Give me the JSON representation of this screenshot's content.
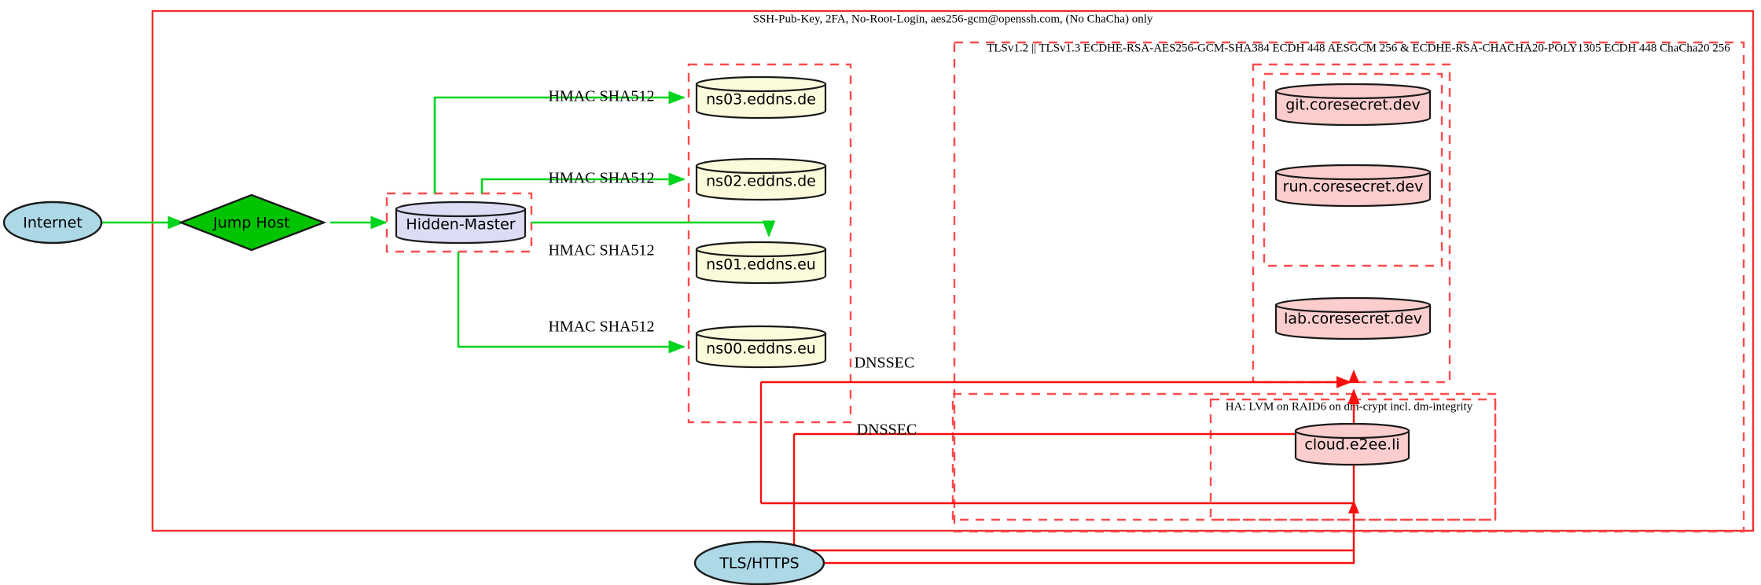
{
  "diagram": {
    "type": "network-architecture-graph",
    "background": "#ffffff",
    "colors": {
      "green_edge": "#00d41e",
      "red_edge": "#fa0f0f",
      "cluster_border": "#fb4c4c",
      "internet_fill": "#add8e6",
      "jumphost_fill": "#00c400",
      "hidden_master_fill": "#dcdcf5",
      "dns_fill": "#fbfbdc",
      "service_fill": "#fbcdcd",
      "tls_fill": "#add8e6"
    },
    "clusters": [
      {
        "id": "ssh-zone",
        "style": "solid",
        "label": "SSH-Pub-Key, 2FA, No-Root-Login, aes256-gcm@openssh.com, (No ChaCha) only"
      },
      {
        "id": "tls-zone",
        "style": "dashed",
        "label": "TLSv1.2 || TLSv1.3 ECDHE-RSA-AES256-GCM-SHA384 ECDH 448 AESGCM 256 & ECDHE-RSA-CHACHA20-POLY1305 ECDH 448 ChaCha20 256"
      },
      {
        "id": "ha-zone",
        "style": "dashed",
        "label": "HA: LVM on RAID6 on dm-crypt incl. dm-integrity"
      },
      {
        "id": "hidden-master-zone",
        "style": "dashed",
        "label": ""
      },
      {
        "id": "dns-zone",
        "style": "dashed",
        "label": ""
      },
      {
        "id": "coresecret-zone",
        "style": "dashed",
        "label": ""
      },
      {
        "id": "coresecret-inner-zone",
        "style": "dashed",
        "label": ""
      },
      {
        "id": "cloud-zone",
        "style": "dashed",
        "label": ""
      }
    ],
    "nodes": [
      {
        "id": "internet",
        "label": "Internet",
        "shape": "ellipse",
        "fill": "#add8e6"
      },
      {
        "id": "jump-host",
        "label": "Jump Host",
        "shape": "diamond",
        "fill": "#00c400"
      },
      {
        "id": "hidden-master",
        "label": "Hidden-Master",
        "shape": "cylinder",
        "fill": "#dcdcf5"
      },
      {
        "id": "ns03",
        "label": "ns03.eddns.de",
        "shape": "cylinder",
        "fill": "#fbfbdc"
      },
      {
        "id": "ns02",
        "label": "ns02.eddns.de",
        "shape": "cylinder",
        "fill": "#fbfbdc"
      },
      {
        "id": "ns01",
        "label": "ns01.eddns.eu",
        "shape": "cylinder",
        "fill": "#fbfbdc"
      },
      {
        "id": "ns00",
        "label": "ns00.eddns.eu",
        "shape": "cylinder",
        "fill": "#fbfbdc"
      },
      {
        "id": "git",
        "label": "git.coresecret.dev",
        "shape": "cylinder",
        "fill": "#fbcdcd"
      },
      {
        "id": "run",
        "label": "run.coresecret.dev",
        "shape": "cylinder",
        "fill": "#fbcdcd"
      },
      {
        "id": "lab",
        "label": "lab.coresecret.dev",
        "shape": "cylinder",
        "fill": "#fbcdcd"
      },
      {
        "id": "cloud",
        "label": "cloud.e2ee.li",
        "shape": "cylinder",
        "fill": "#fbcdcd"
      },
      {
        "id": "tls-https",
        "label": "TLS/HTTPS",
        "shape": "ellipse",
        "fill": "#add8e6"
      }
    ],
    "edges": [
      {
        "from": "internet",
        "to": "jump-host",
        "label": "",
        "color": "green"
      },
      {
        "from": "jump-host",
        "to": "hidden-master",
        "label": "",
        "color": "green"
      },
      {
        "from": "hidden-master",
        "to": "ns03",
        "label": "HMAC SHA512",
        "color": "green"
      },
      {
        "from": "hidden-master",
        "to": "ns02",
        "label": "HMAC SHA512",
        "color": "green"
      },
      {
        "from": "hidden-master",
        "to": "ns01",
        "label": "HMAC SHA512",
        "color": "green"
      },
      {
        "from": "hidden-master",
        "to": "ns00",
        "label": "HMAC SHA512",
        "color": "green"
      },
      {
        "from": "dns-zone",
        "to": "coresecret",
        "label": "DNSSEC",
        "color": "red"
      },
      {
        "from": "dns-zone",
        "to": "cloud",
        "label": "DNSSEC",
        "color": "red"
      },
      {
        "from": "tls-https",
        "to": "coresecret",
        "label": "",
        "color": "red"
      },
      {
        "from": "tls-https",
        "to": "cloud",
        "label": "",
        "color": "red"
      }
    ],
    "edge_labels": {
      "hmac_1": "HMAC SHA512",
      "hmac_2": "HMAC SHA512",
      "hmac_3": "HMAC SHA512",
      "hmac_4": "HMAC SHA512",
      "dnssec_1": "DNSSEC",
      "dnssec_2": "DNSSEC"
    }
  }
}
